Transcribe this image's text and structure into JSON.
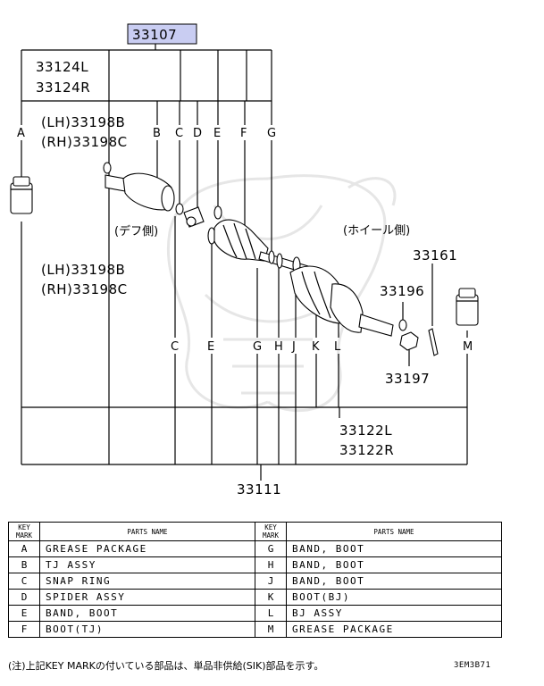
{
  "diagram": {
    "top_part": "33107",
    "left_parts": [
      "33124L",
      "33124R"
    ],
    "upper_variant": [
      "(LH)33198B",
      "(RH)33198C"
    ],
    "lower_variant": [
      "(LH)33198B",
      "(RH)33198C"
    ],
    "diff_side": "(デフ側)",
    "wheel_side": "(ホイール側)",
    "part_33161": "33161",
    "part_33196": "33196",
    "part_33197": "33197",
    "right_parts": [
      "33122L",
      "33122R"
    ],
    "bottom_part": "33111",
    "top_letters": [
      "A",
      "B",
      "C",
      "D",
      "E",
      "F",
      "G"
    ],
    "bottom_letters": [
      "C",
      "E",
      "G",
      "H",
      "J",
      "K",
      "L",
      "M"
    ]
  },
  "table": {
    "key_header": [
      "KEY",
      "MARK"
    ],
    "name_header": "PARTS NAME",
    "left_rows": [
      {
        "key": "A",
        "name": "GREASE PACKAGE"
      },
      {
        "key": "B",
        "name": "TJ ASSY"
      },
      {
        "key": "C",
        "name": "SNAP RING"
      },
      {
        "key": "D",
        "name": "SPIDER ASSY"
      },
      {
        "key": "E",
        "name": "BAND, BOOT"
      },
      {
        "key": "F",
        "name": "BOOT(TJ)"
      }
    ],
    "right_rows": [
      {
        "key": "G",
        "name": "BAND, BOOT"
      },
      {
        "key": "H",
        "name": "BAND, BOOT"
      },
      {
        "key": "J",
        "name": "BAND, BOOT"
      },
      {
        "key": "K",
        "name": "BOOT(BJ)"
      },
      {
        "key": "L",
        "name": "BJ ASSY"
      },
      {
        "key": "M",
        "name": "GREASE PACKAGE"
      }
    ]
  },
  "note": "(注)上記KEY MARKの付いている部品は、単品非供給(SIK)部品を示す。",
  "drawing_code": "3EM3B71"
}
